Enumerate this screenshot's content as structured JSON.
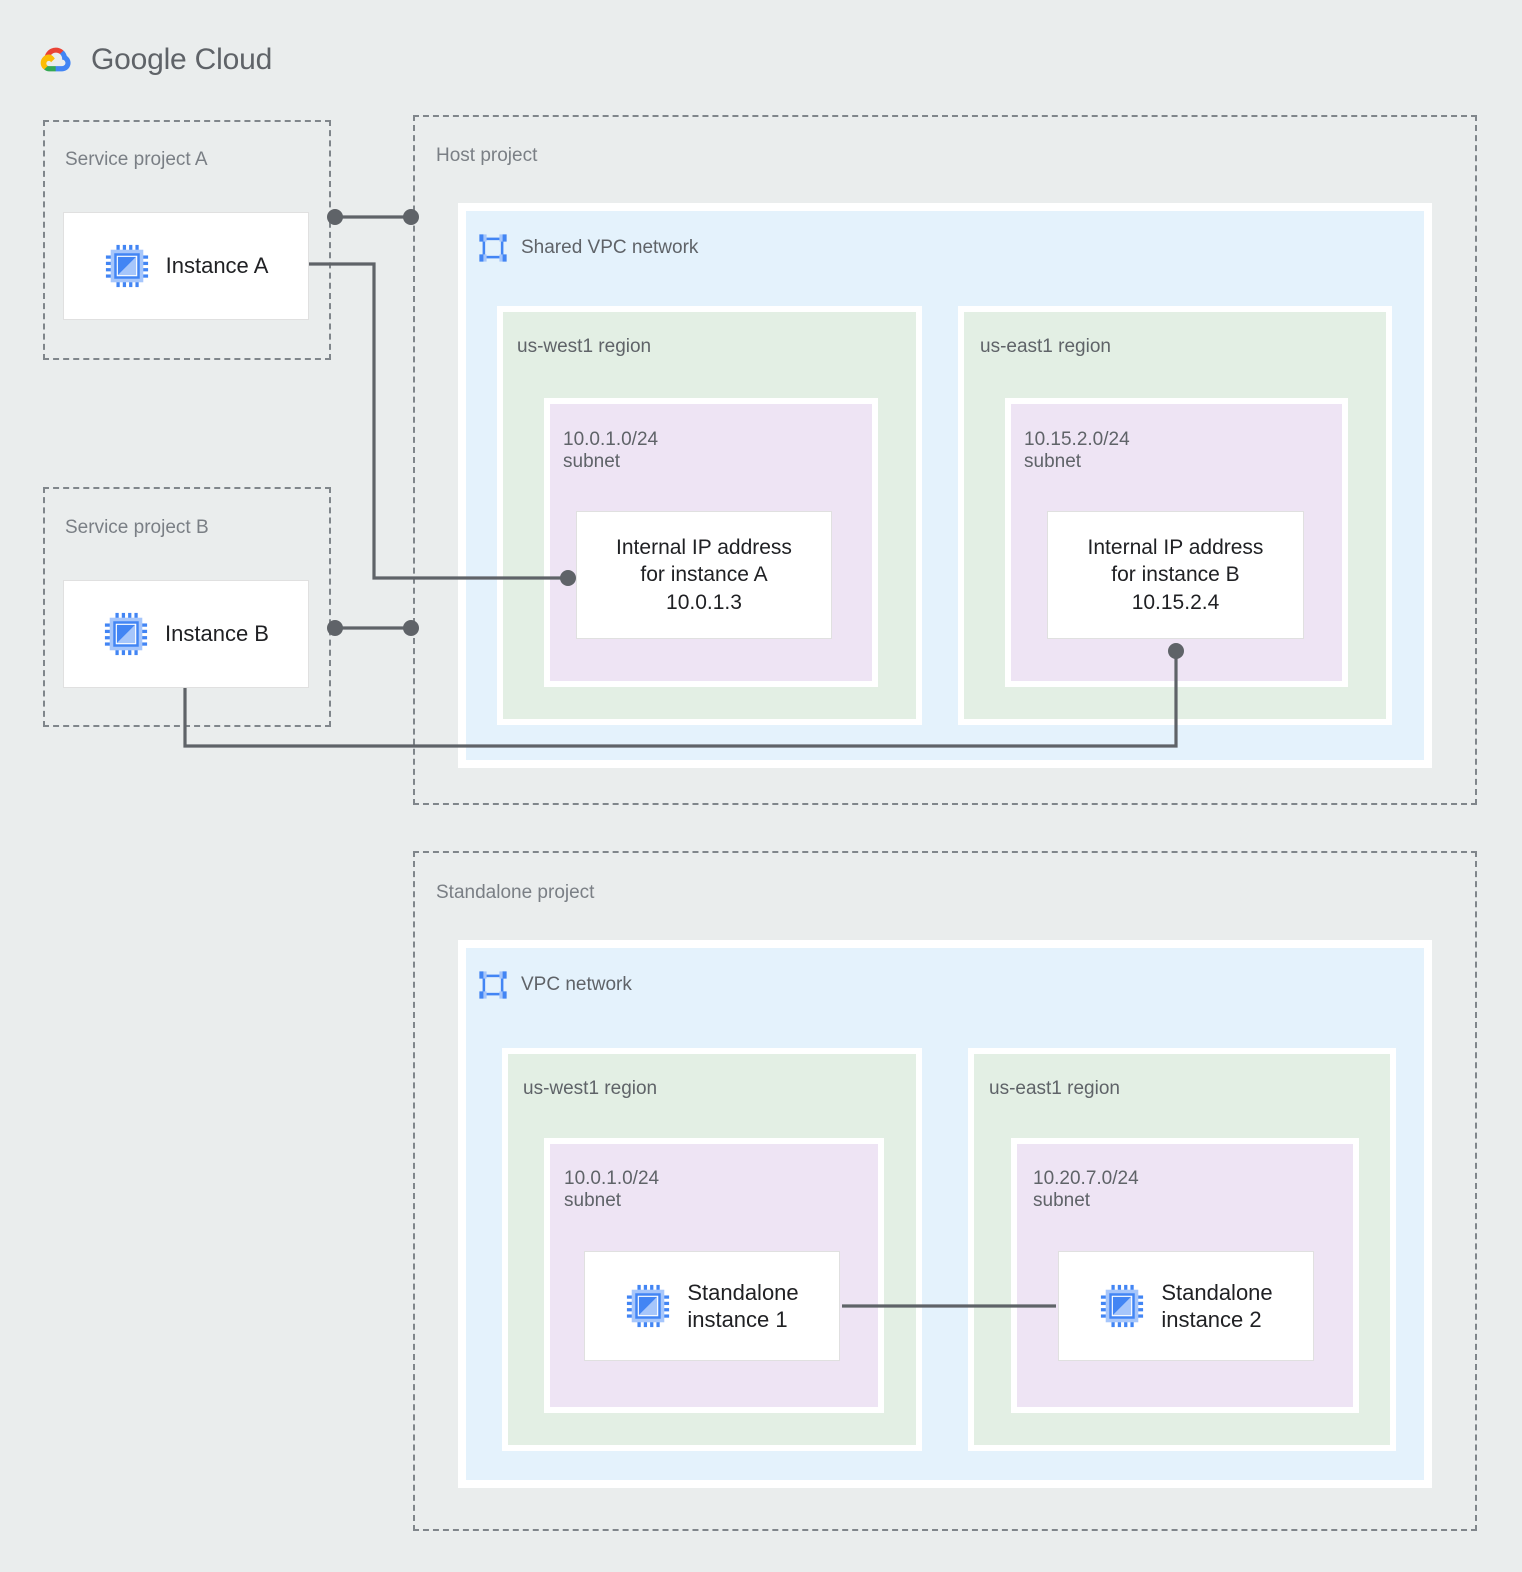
{
  "brand": {
    "name_bold": "Google",
    "name_light": " Cloud",
    "logo_icon": "google-cloud-logo",
    "colors": {
      "red": "#ea4335",
      "yellow": "#fbbc05",
      "green": "#34a853",
      "blue": "#4285f4",
      "text": "#5f6368"
    }
  },
  "palette": {
    "page_bg": "#eaeded",
    "vpc_bg": "#e4f2fc",
    "region_bg": "#e3efe4",
    "subnet_bg": "#eee4f4",
    "card_bg": "#ffffff",
    "dash_border": "#80868b",
    "wire": "#5f6368",
    "icon_blue": "#4285f4",
    "icon_blue_light": "#a6c6fb"
  },
  "projects": {
    "service_a": {
      "label": "Service project A",
      "icon": "dashed-project-boundary"
    },
    "service_b": {
      "label": "Service project B",
      "icon": "dashed-project-boundary"
    },
    "host": {
      "label": "Host project",
      "icon": "dashed-project-boundary"
    },
    "standalone": {
      "label": "Standalone project",
      "icon": "dashed-project-boundary"
    }
  },
  "instances": {
    "a": {
      "label": "Instance A",
      "icon": "compute-instance-icon"
    },
    "b": {
      "label": "Instance B",
      "icon": "compute-instance-icon"
    },
    "standalone_1": {
      "label": "Standalone\ninstance 1",
      "icon": "compute-instance-icon"
    },
    "standalone_2": {
      "label": "Standalone\ninstance 2",
      "icon": "compute-instance-icon"
    }
  },
  "shared_vpc": {
    "label": "Shared VPC network",
    "icon": "vpc-network-icon",
    "regions": [
      {
        "label": "us-west1 region",
        "subnet": {
          "cidr": "10.0.1.0/24",
          "kind": "subnet"
        },
        "card": "Internal IP address\nfor instance A\n10.0.1.3"
      },
      {
        "label": "us-east1 region",
        "subnet": {
          "cidr": "10.15.2.0/24",
          "kind": "subnet"
        },
        "card": "Internal IP address\nfor instance B\n10.15.2.4"
      }
    ]
  },
  "standalone_vpc": {
    "label": "VPC network",
    "icon": "vpc-network-icon",
    "regions": [
      {
        "label": "us-west1 region",
        "subnet": {
          "cidr": "10.0.1.0/24",
          "kind": "subnet"
        },
        "instance": "standalone_1"
      },
      {
        "label": "us-east1 region",
        "subnet": {
          "cidr": "10.20.7.0/24",
          "kind": "subnet"
        },
        "instance": "standalone_2"
      }
    ]
  },
  "connectors": [
    {
      "name": "instance-a-to-host-boundary",
      "style": "dot-line-dot"
    },
    {
      "name": "instance-a-to-internal-ip-a",
      "style": "elbow-with-end-dot"
    },
    {
      "name": "instance-b-to-host-boundary",
      "style": "dot-line-dot"
    },
    {
      "name": "instance-b-to-internal-ip-b",
      "style": "elbow-with-end-dot"
    },
    {
      "name": "standalone-1-to-standalone-2",
      "style": "straight-line"
    }
  ]
}
